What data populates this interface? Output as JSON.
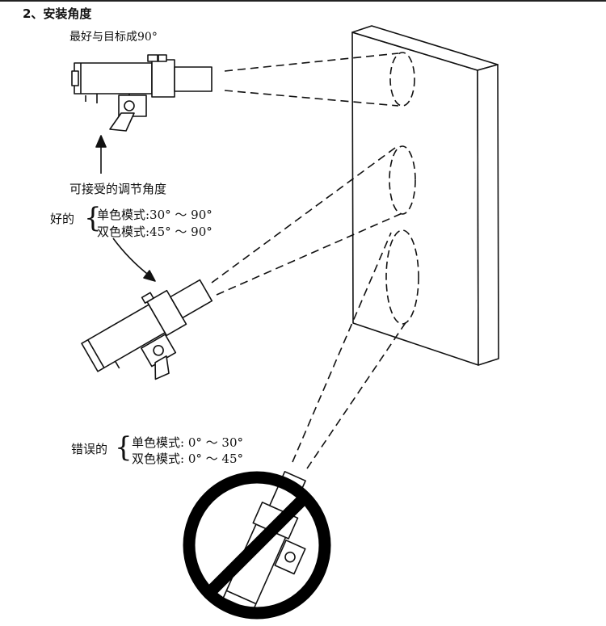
{
  "title": "2、安装角度",
  "best_label": "最好与目标成90°",
  "acceptable_label": "可接受的调节角度",
  "good": {
    "label": "好的",
    "mono": "单色模式:30° ～ 90°",
    "dual": "双色模式:45° ～ 90°"
  },
  "wrong": {
    "label": "错误的",
    "mono": "单色模式: 0° ～ 30°",
    "dual": "双色模式: 0° ～ 45°"
  },
  "colors": {
    "line": "#111111",
    "prohibition": "#000000",
    "background": "#ffffff"
  },
  "icons": [
    "sensor-icon",
    "prohibited-sign-icon",
    "arrow-icon"
  ]
}
